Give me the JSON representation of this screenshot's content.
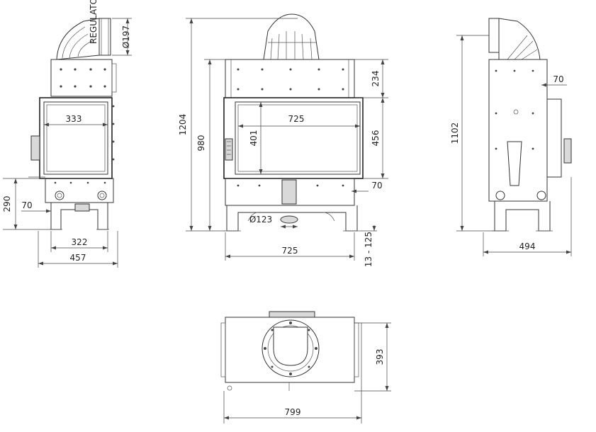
{
  "front_view": {
    "flue_diameter": "Ø197",
    "glass_width": "333",
    "ash_height": "290",
    "leg_offset": "70",
    "leg_span": "322",
    "overall_width": "457"
  },
  "side_view": {
    "total_height": "1204",
    "body_height": "980",
    "top_section": "234",
    "glass_height": "401",
    "glass_width": "725",
    "chamber_height": "456",
    "side_offset": "70",
    "air_inlet_diameter": "Ø123",
    "base_width": "725",
    "leg_adjust": "13 - 125"
  },
  "rear_view": {
    "total_height": "1102",
    "side_offset": "70",
    "depth": "494"
  },
  "top_view": {
    "depth": "393",
    "width": "799"
  }
}
